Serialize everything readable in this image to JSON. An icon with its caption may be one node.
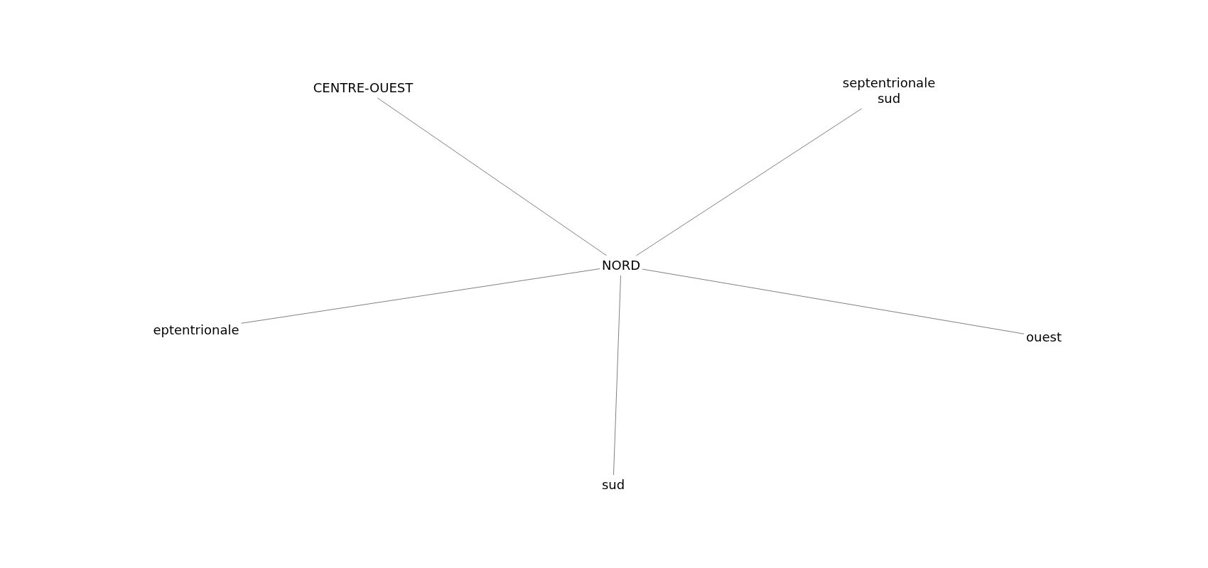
{
  "diagram": {
    "nodes": [
      {
        "text": [
          "CENTRE-OUEST"
        ]
      },
      {
        "text": [
          "septentrionale sud"
        ]
      },
      {
        "text": [
          "NORD"
        ]
      },
      {
        "text": [
          "eptentrionale"
        ]
      },
      {
        "text": [
          "ouest"
        ]
      },
      {
        "text": [
          "sud"
        ]
      }
    ],
    "edges": [
      {
        "from": 2,
        "to": 0,
        "arrow": "none"
      },
      {
        "from": 2,
        "to": 1,
        "arrow": "none"
      },
      {
        "from": 2,
        "to": 3,
        "arrow": "none"
      },
      {
        "from": 2,
        "to": 4,
        "arrow": "none"
      },
      {
        "from": 2,
        "to": 5,
        "arrow": "none"
      }
    ]
  }
}
